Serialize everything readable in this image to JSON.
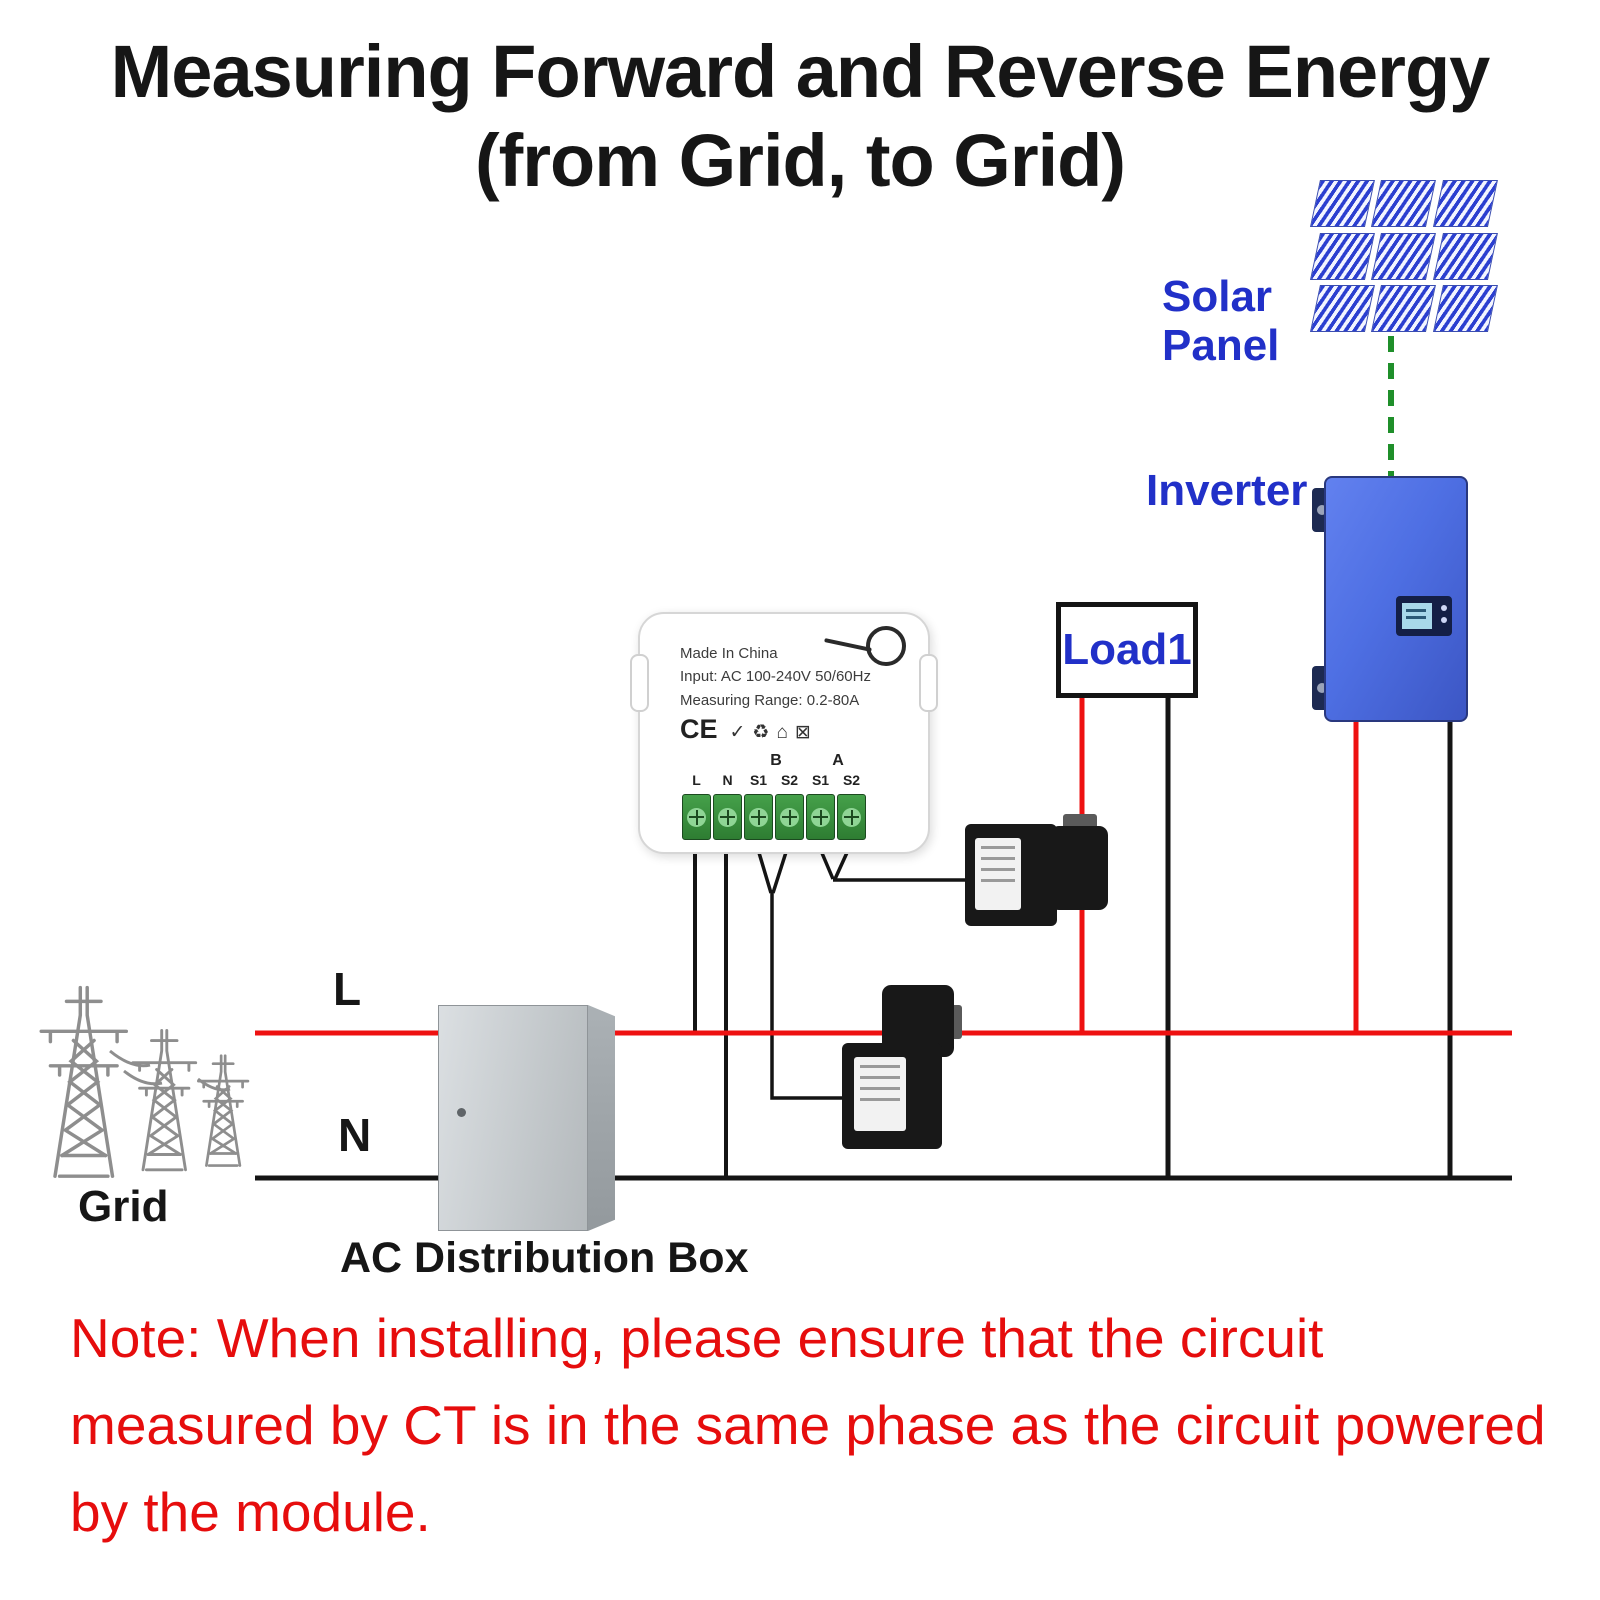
{
  "title": {
    "line1": "Measuring  Forward and Reverse Energy",
    "line2": "(from Grid, to Grid)"
  },
  "solar": {
    "line1": "Solar",
    "line2": "Panel"
  },
  "inverter": {
    "label": "Inverter"
  },
  "load": {
    "label": "Load1"
  },
  "grid": {
    "label": "Grid"
  },
  "ac_box": {
    "label": "AC Distribution Box"
  },
  "wires": {
    "live_label": "L",
    "neutral_label": "N"
  },
  "meter": {
    "made_in": "Made In China",
    "input": "Input: AC 100-240V 50/60Hz",
    "range": "Measuring Range: 0.2-80A",
    "ce": "CE",
    "cert_icons": "✓♻⌂⊠",
    "group_b": "B",
    "group_a": "A",
    "terminals": [
      "L",
      "N",
      "S1",
      "S2",
      "S1",
      "S2"
    ]
  },
  "note": {
    "text": "Note: When installing, please ensure that the circuit measured by CT is in the same phase as the circuit powered by the module."
  },
  "colors": {
    "wire_live": "#ee1111",
    "wire_neutral": "#141414",
    "dc_link_green": "#1f8f2a",
    "label_blue": "#2130c8",
    "note_red": "#e60d0d",
    "inverter_blue": "#4e6fe3",
    "terminal_green": "#2e7d32",
    "tower_gray": "#8e8e8e"
  }
}
